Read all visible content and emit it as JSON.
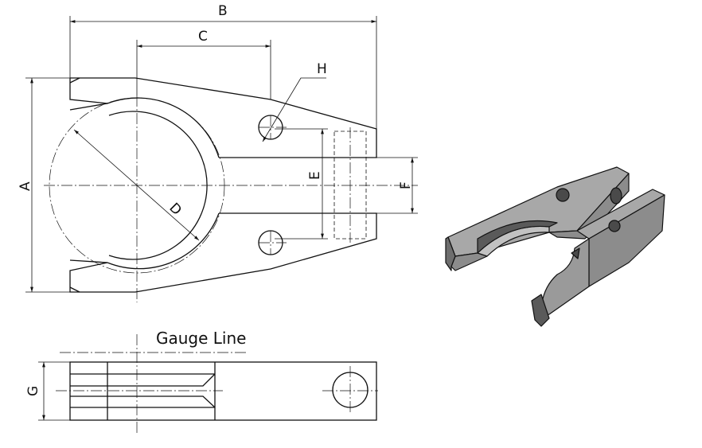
{
  "labels": {
    "A": "A",
    "B": "B",
    "C": "C",
    "D": "D",
    "E": "E",
    "F": "F",
    "G": "G",
    "H": "H",
    "gauge_line": "Gauge Line"
  },
  "colors": {
    "line": "#111111",
    "solid_face": "#8c8c8c",
    "solid_top": "#a8a8a8",
    "solid_dark": "#5a5a5a"
  }
}
